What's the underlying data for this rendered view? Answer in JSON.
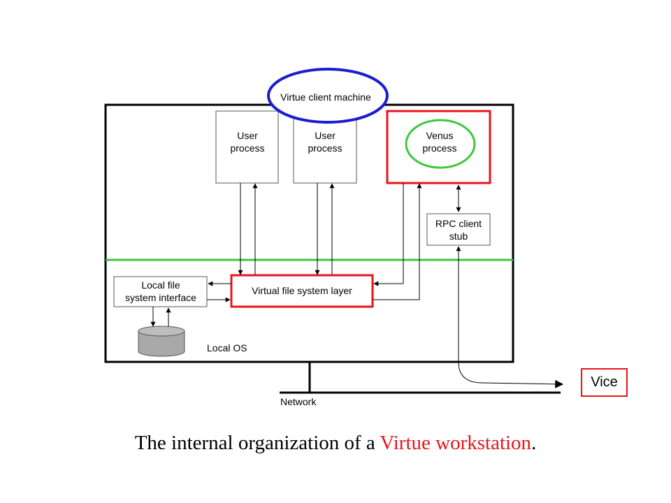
{
  "diagram": {
    "machine_label": "Virtue client machine",
    "user_process_1": [
      "User",
      "process"
    ],
    "user_process_2": [
      "User",
      "process"
    ],
    "venus_process": [
      "Venus",
      "process"
    ],
    "rpc_stub": [
      "RPC client",
      "stub"
    ],
    "local_fs_interface": [
      "Local file",
      "system interface"
    ],
    "vfs_layer": "Virtual file system layer",
    "local_os": "Local OS",
    "network": "Network",
    "vice": "Vice"
  },
  "caption": {
    "prefix": "The internal organization of a ",
    "highlight": "Virtue workstation",
    "suffix": "."
  },
  "colors": {
    "highlight_red": "#e8141b",
    "circle_blue": "#1c1cd0",
    "circle_green": "#3fc63f",
    "divider_green": "#3fc63f",
    "disk_gray": "#a9a9a9"
  }
}
